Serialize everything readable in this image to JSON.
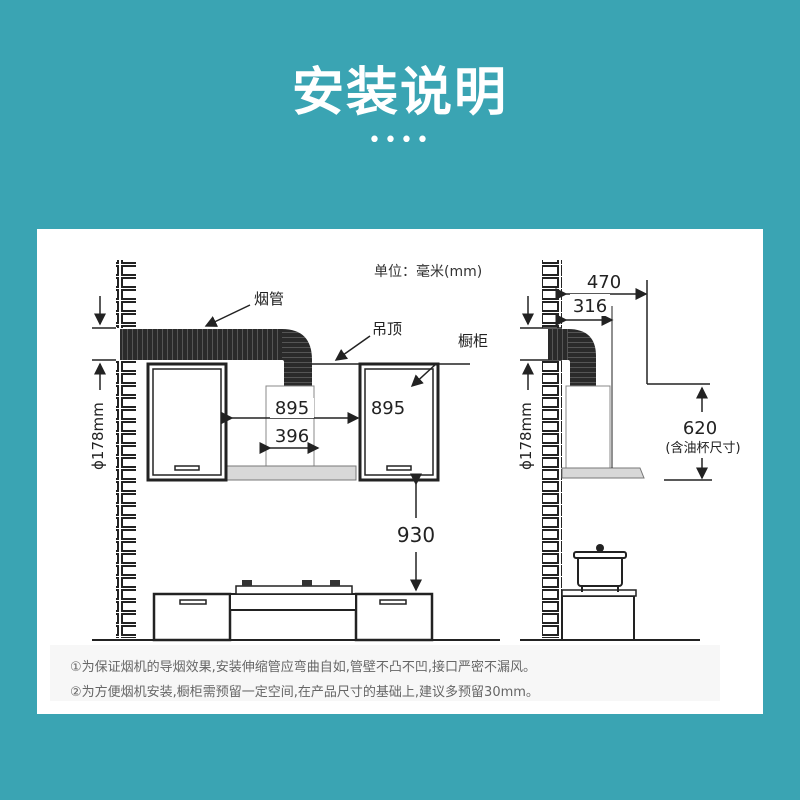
{
  "title": "安装说明",
  "dots": "••••",
  "unit": "单位：毫米(mm)",
  "labels": {
    "pipe": "烟管",
    "ceiling": "吊顶",
    "cabinet": "橱柜",
    "height_left": "ϕ178mm",
    "height_right": "ϕ178mm",
    "width_outer": "895",
    "width_inner": "396",
    "width_cabinet": "895",
    "height_930": "930",
    "depth_470": "470",
    "depth_316": "316",
    "height_620": "620",
    "cup_note": "(含油杯尺寸)"
  },
  "notes": [
    "①为保证烟机的导烟效果,安装伸缩管应弯曲自如,管壁不凸不凹,接口严密不漏风。",
    "②为方便烟机安装,橱柜需预留一定空间,在产品尺寸的基础上,建议多预留30mm。"
  ]
}
